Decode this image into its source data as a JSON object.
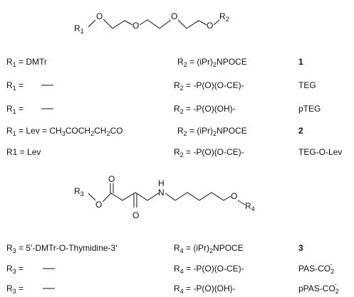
{
  "structure1": {
    "r1": "R",
    "r1_sub": "1",
    "o": "O",
    "r2": "R",
    "r2_sub": "2"
  },
  "rows1": [
    {
      "left_r": "R",
      "left_sub": "1",
      "left_rest": " = DMTr",
      "right_r": "R",
      "right_sub": "2",
      "right_a": " = (iPr)",
      "right_sub2": "2",
      "right_b": "NPOCE",
      "label": "1",
      "label_bold": true
    },
    {
      "left_r": "R",
      "left_sub": "1",
      "left_rest": " =",
      "right_r": "R",
      "right_sub": "2",
      "right_a": " = -P(O)(O-CE)-",
      "right_sub2": "",
      "right_b": "",
      "label": "TEG",
      "label_bold": false
    },
    {
      "left_r": "R",
      "left_sub": "1",
      "left_rest": " =",
      "right_r": "R",
      "right_sub": "2",
      "right_a": " = -P(O)(OH)-",
      "right_sub2": "",
      "right_b": "",
      "label": "pTEG",
      "label_bold": false
    },
    {
      "left_r": "R",
      "left_sub": "1",
      "left_rest": " = Lev = CH",
      "right_r": "R",
      "right_sub": "2",
      "right_a": " = (iPr)",
      "right_sub2": "2",
      "right_b": "NPOCE",
      "label": "2",
      "label_bold": true
    },
    {
      "left_r": "R1 = Lev",
      "left_sub": "",
      "left_rest": "",
      "right_r": "R",
      "right_sub": "2",
      "right_a": " = -P(O)(O-CE)-",
      "right_sub2": "",
      "right_b": "",
      "label": "TEG-O-Lev",
      "label_bold": false
    }
  ],
  "lev_formula": {
    "p1": "3",
    "p2": "COCH",
    "p3": "2",
    "p4": "CH",
    "p5": "2",
    "p6": "CO"
  },
  "structure2": {
    "r3": "R",
    "r3_sub": "3",
    "o": "O",
    "nh": "H",
    "n": "N",
    "r4": "R",
    "r4_sub": "4"
  },
  "rows2": [
    {
      "left_r": "R",
      "left_sub": "3",
      "left_rest": " = 5'-DMTr-O-Thymidine-3'",
      "right_r": "R",
      "right_sub": "4",
      "right_a": " = (iPr)",
      "right_sub2": "2",
      "right_b": "NPOCE",
      "label": "3",
      "label_sup": "",
      "label_bold": true
    },
    {
      "left_r": "R",
      "left_sub": "3",
      "left_rest": " =",
      "right_r": "R",
      "right_sub": "4",
      "right_a": " = -P(O)(O-CE)-",
      "right_sub2": "",
      "right_b": "",
      "label": "PAS-CO",
      "label_sub": "2",
      "label_sup": "-",
      "label_bold": false
    },
    {
      "left_r": "R",
      "left_sub": "3",
      "left_rest": " =",
      "right_r": "R",
      "right_sub": "4",
      "right_a": " = -P(O)(OH)-",
      "right_sub2": "",
      "right_b": "",
      "label": "pPAS-CO",
      "label_sub": "2",
      "label_sup": "-",
      "label_bold": false
    }
  ]
}
